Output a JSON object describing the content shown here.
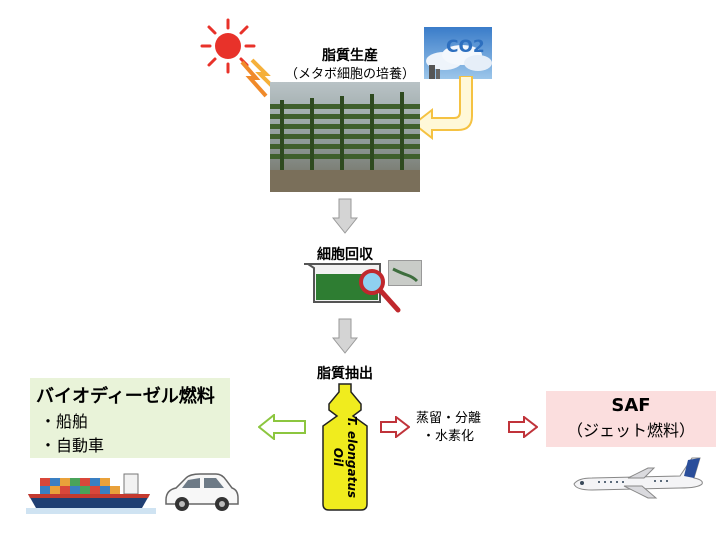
{
  "steps": {
    "lipid_production_title": "脂質生産",
    "lipid_production_sub": "（メタボ細胞の培養）",
    "cell_recovery": "細胞回収",
    "lipid_extraction": "脂質抽出"
  },
  "co2_label": "CO2",
  "bottle_label_line1": "T. elongatus",
  "bottle_label_line2": "Oil",
  "distillation": {
    "line1": "蒸留・分離",
    "line2": "・水素化"
  },
  "biodiesel": {
    "title": "バイオディーゼル燃料",
    "items": [
      "・船舶",
      "・自動車"
    ]
  },
  "saf": {
    "title": "SAF",
    "subtitle": "（ジェット燃料）"
  },
  "colors": {
    "sun": "#e8322a",
    "arrow_gray": "#c8c8c8",
    "arrow_green": "#8cc63f",
    "arrow_red": "#c0333a",
    "co2_arrow": "#f5c242",
    "bottle": "#f0ec1e",
    "biodiesel_bg": "#e9f3d9",
    "saf_bg": "#fbdede"
  }
}
